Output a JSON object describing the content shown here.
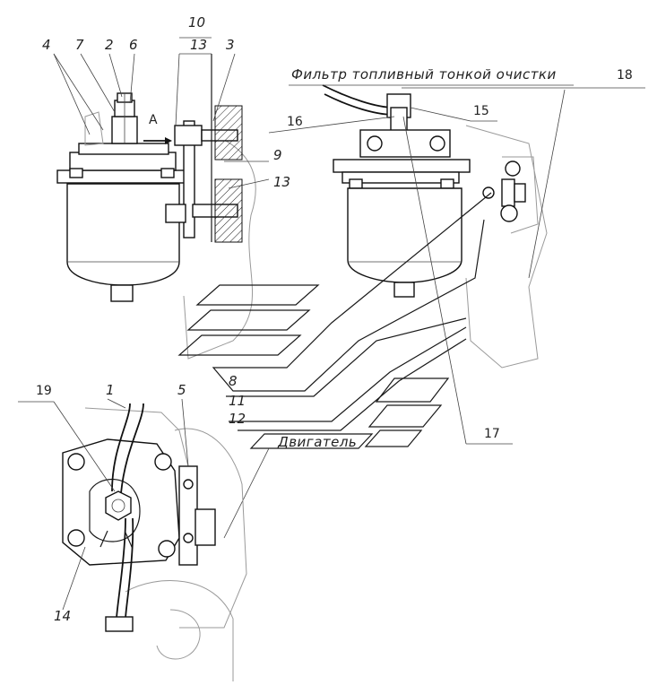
{
  "title": "Фильтр топливный тонкой очистки",
  "engine_label": "Двигатель",
  "view_marker": "А",
  "callouts": {
    "c1": "1",
    "c2": "2",
    "c3": "3",
    "c4": "4",
    "c5": "5",
    "c6": "6",
    "c7": "7",
    "c8": "8",
    "c9": "9",
    "c10": "10",
    "c11": "11",
    "c12": "12",
    "c13a": "13",
    "c13b": "13",
    "c14": "14",
    "c15": "15",
    "c16": "16",
    "c17": "17",
    "c18": "18",
    "c19": "19"
  }
}
